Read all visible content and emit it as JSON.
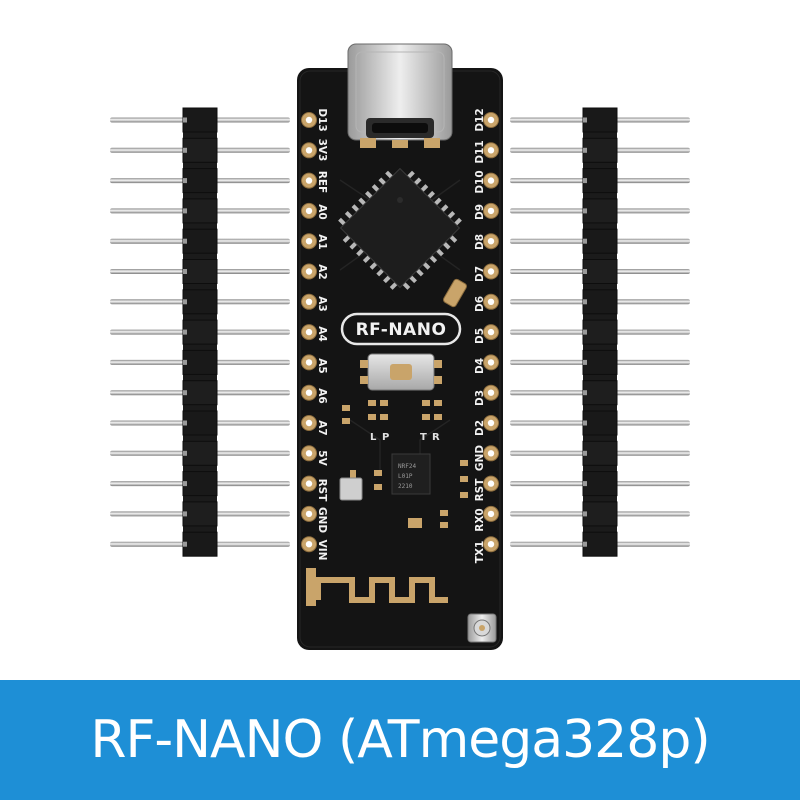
{
  "caption": "RF-NANO (ATmega328p)",
  "board": {
    "logo": "RF-NANO",
    "silkscreen_marks": [
      "L",
      "P",
      "T",
      "R"
    ],
    "left_pins": [
      "D13",
      "3V3",
      "REF",
      "A0",
      "A1",
      "A2",
      "A3",
      "A4",
      "A5",
      "A6",
      "A7",
      "5V",
      "RST",
      "GND",
      "VIN"
    ],
    "right_pins": [
      "D12",
      "D11",
      "D10",
      "D9",
      "D8",
      "D7",
      "D6",
      "D5",
      "D4",
      "D3",
      "D2",
      "GND",
      "RST",
      "RX0",
      "TX1"
    ]
  },
  "header_pin_count": 15,
  "colors": {
    "banner": "#1e8fd6",
    "pcb": "#141414",
    "gold": "#c9a46a",
    "header_plastic": "#1b1b1b",
    "pin_metal": "#bfbfbf"
  }
}
